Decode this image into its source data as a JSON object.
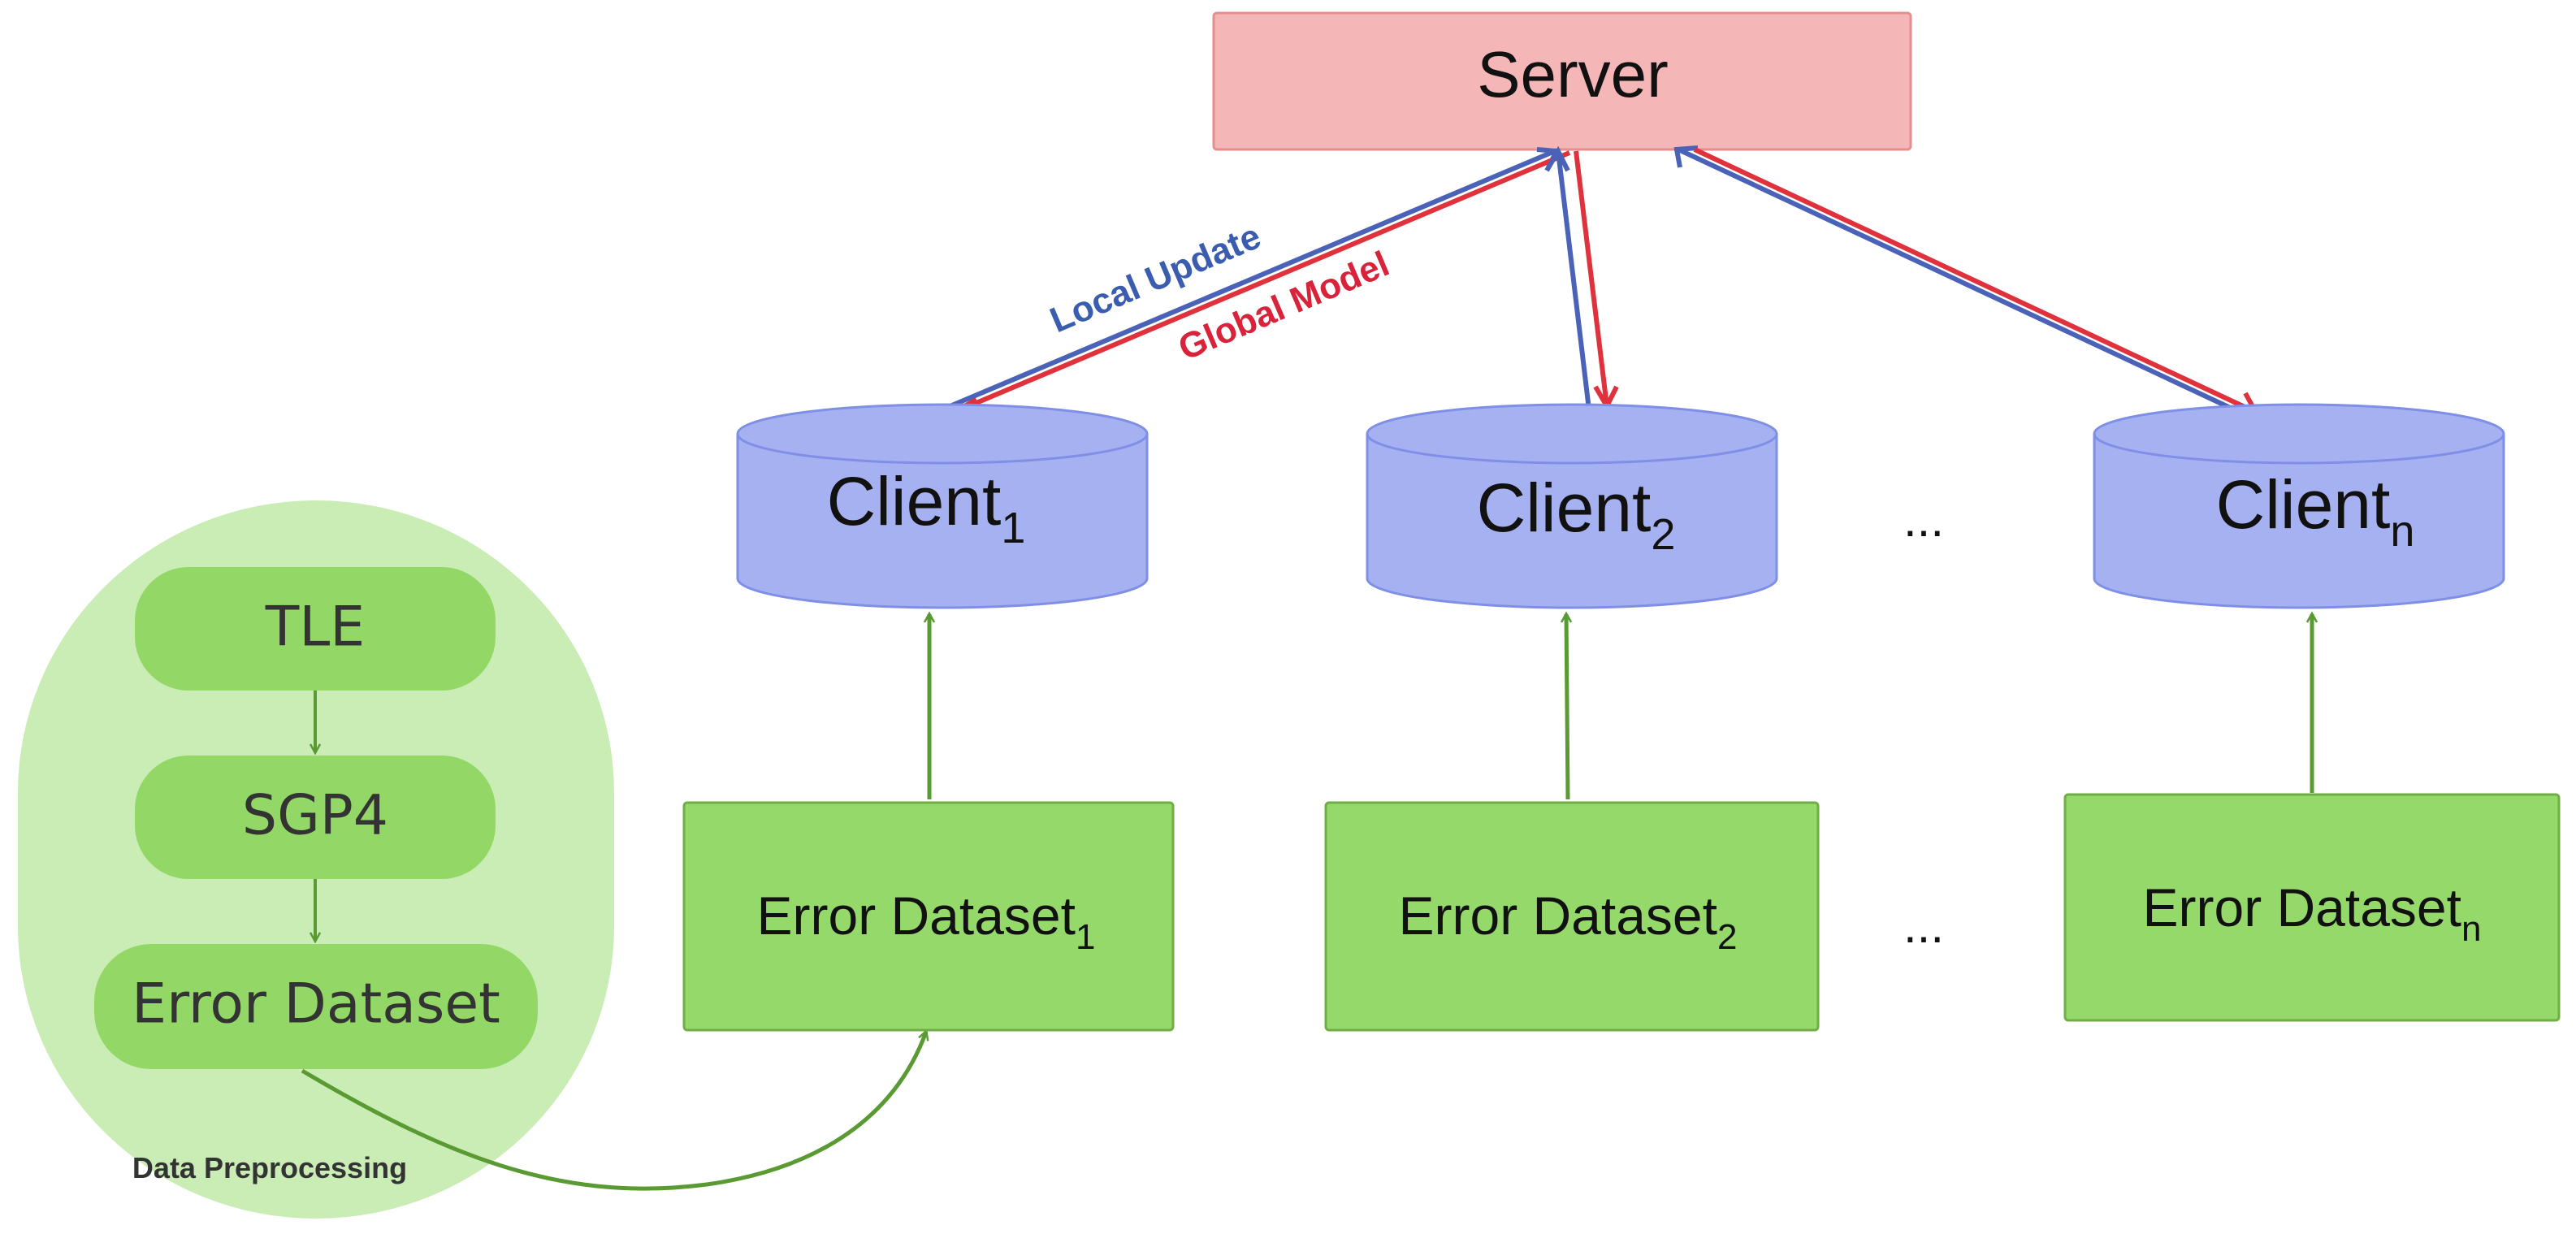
{
  "server": {
    "label": "Server"
  },
  "labels": {
    "local_update": "Local Update",
    "global_model": "Global Model",
    "data_preprocessing": "Data Preprocessing"
  },
  "preprocessing": {
    "steps": [
      "TLE",
      "SGP4",
      "Error Dataset"
    ]
  },
  "clients": [
    {
      "base": "Client",
      "sub": "1"
    },
    {
      "base": "Client",
      "sub": "2"
    },
    {
      "base": "Client",
      "sub": "n"
    }
  ],
  "datasets": [
    {
      "base": "Error Dataset",
      "sub": "1"
    },
    {
      "base": "Error Dataset",
      "sub": "2"
    },
    {
      "base": "Error Dataset",
      "sub": "n"
    }
  ],
  "ellipsis": "...",
  "colors": {
    "server_fill": "#f4b6b6",
    "server_stroke": "#e58e8e",
    "client_fill": "#a6b1f2",
    "client_stroke": "#7f8fe6",
    "dataset_fill": "#96d96b",
    "dataset_stroke": "#6fae45",
    "pre_bg": "#c9edb4",
    "pre_step": "#93d867",
    "green_arrow": "#5a9a32",
    "blue_arrow": "#4a63b8",
    "red_arrow": "#e0323c",
    "local_update_text": "#3b5db0",
    "global_model_text": "#d8233a"
  }
}
